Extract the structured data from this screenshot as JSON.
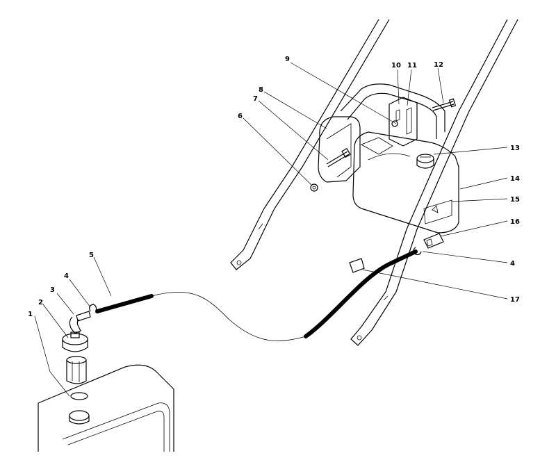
{
  "diagram": {
    "callouts": [
      {
        "id": "c1",
        "label": "1"
      },
      {
        "id": "c2",
        "label": "2"
      },
      {
        "id": "c3",
        "label": "3"
      },
      {
        "id": "c4a",
        "label": "4"
      },
      {
        "id": "c5",
        "label": "5"
      },
      {
        "id": "c6",
        "label": "6"
      },
      {
        "id": "c7",
        "label": "7"
      },
      {
        "id": "c8",
        "label": "8"
      },
      {
        "id": "c9",
        "label": "9"
      },
      {
        "id": "c10",
        "label": "10"
      },
      {
        "id": "c11",
        "label": "11"
      },
      {
        "id": "c12",
        "label": "12"
      },
      {
        "id": "c13",
        "label": "13"
      },
      {
        "id": "c14",
        "label": "14"
      },
      {
        "id": "c15",
        "label": "15"
      },
      {
        "id": "c16",
        "label": "16"
      },
      {
        "id": "c4b",
        "label": "4"
      },
      {
        "id": "c17",
        "label": "17"
      }
    ]
  }
}
